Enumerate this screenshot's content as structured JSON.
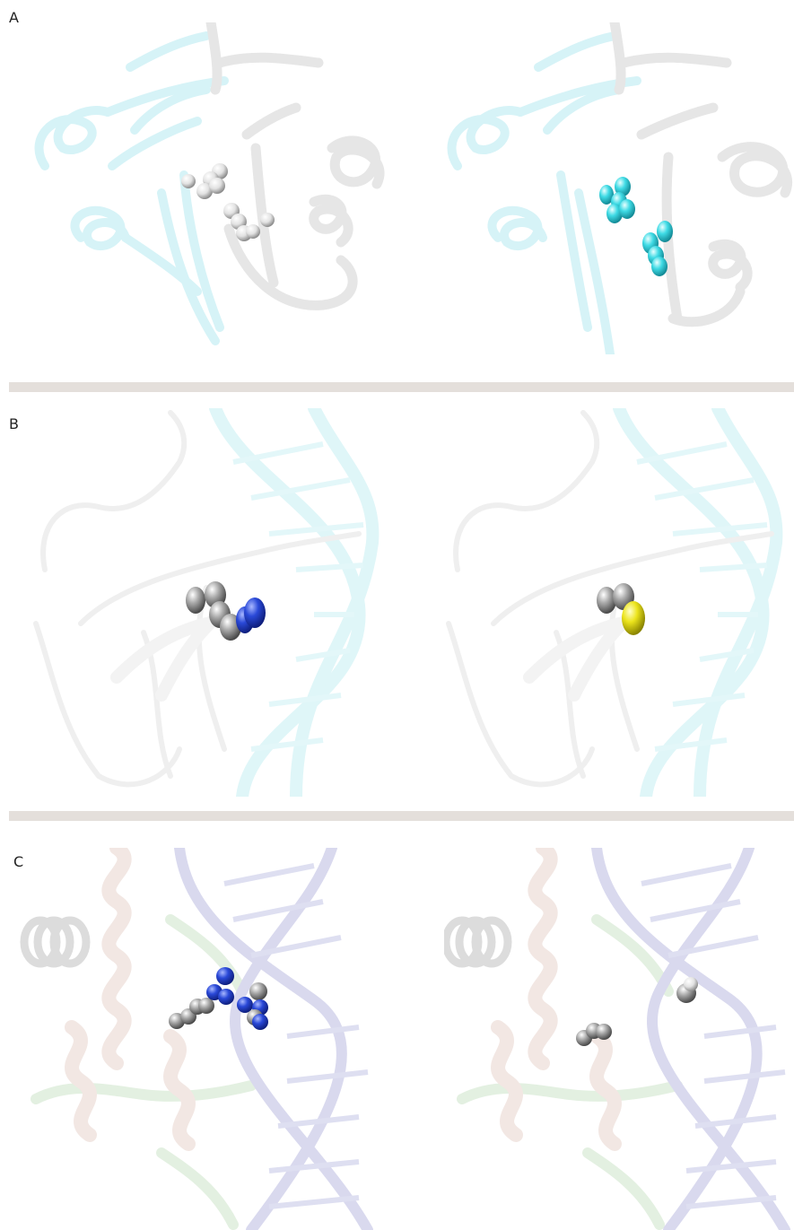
{
  "panels": [
    {
      "label": "A"
    },
    {
      "label": "B"
    },
    {
      "label": "C"
    }
  ],
  "colors": {
    "divider": "#e4dfdb",
    "cyan_ribbon": "#d6f3f7",
    "white_ribbon": "#e9e9e9",
    "cyan_atom": "#38d6e0",
    "gray_atom": "#9a9a9a",
    "blue_atom": "#2747d6",
    "yellow_atom": "#e9e41a",
    "pink_ribbon": "#f1e6e2",
    "green_ribbon": "#e2efe0",
    "lavender_ribbon": "#dcdcef"
  }
}
